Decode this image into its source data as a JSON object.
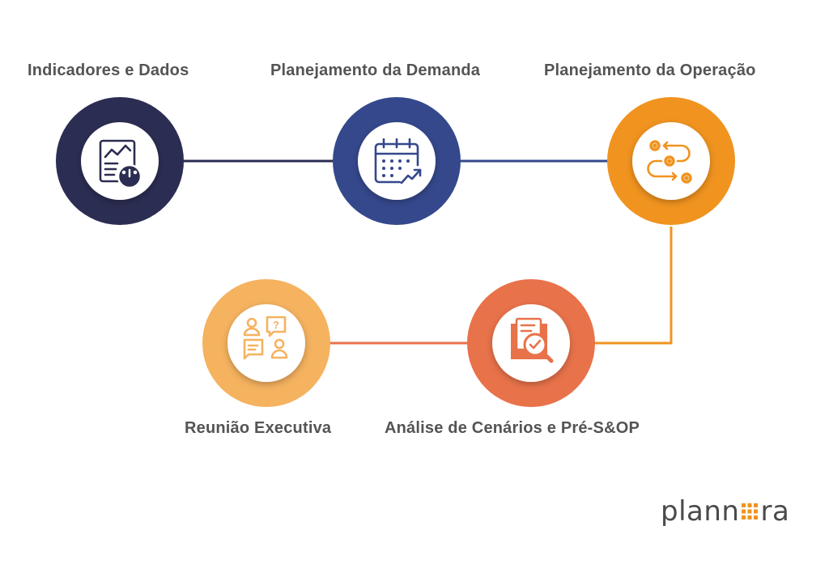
{
  "steps": [
    {
      "label": "Indicadores e Dados",
      "icon": "dashboard-chart-icon",
      "color": "#2b2d52"
    },
    {
      "label": "Planejamento da Demanda",
      "icon": "calendar-trend-icon",
      "color": "#35488c"
    },
    {
      "label": "Planejamento da Operação",
      "icon": "process-gears-icon",
      "color": "#f0931f"
    },
    {
      "label": "Análise de Cenários e Pré-S&OP",
      "icon": "document-search-icon",
      "color": "#e8724a"
    },
    {
      "label": "Reunião Executiva",
      "icon": "meeting-chat-icon",
      "color": "#f5b25f"
    }
  ],
  "logo": {
    "text_left": "plann",
    "text_right": "ra",
    "accent": "#f0931f"
  }
}
